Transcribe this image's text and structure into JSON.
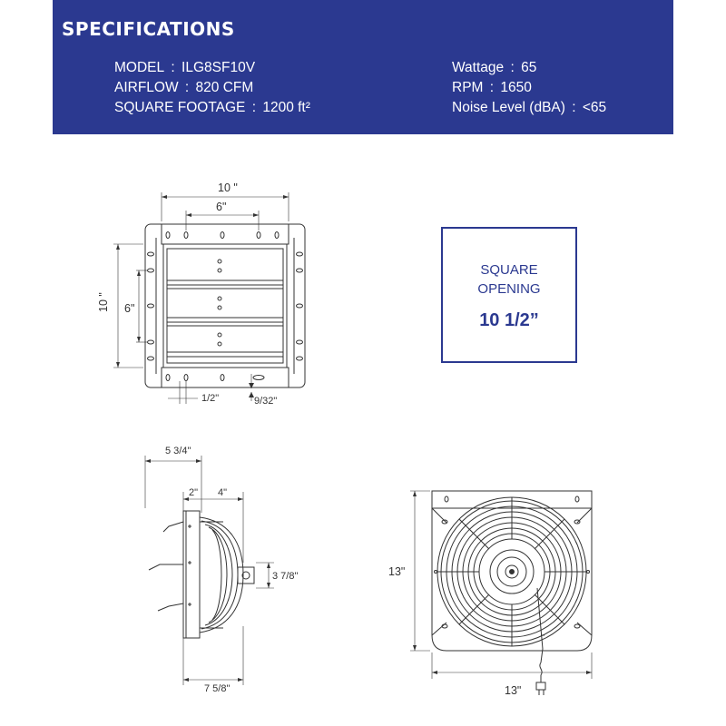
{
  "header": {
    "title": "SPECIFICATIONS",
    "left_specs": [
      {
        "label": "MODEL",
        "value": "ILG8SF10V"
      },
      {
        "label": "AIRFLOW",
        "value": "820 CFM"
      },
      {
        "label": "SQUARE FOOTAGE",
        "value": "1200 ft²"
      }
    ],
    "right_specs": [
      {
        "label": "Wattage",
        "value": "65"
      },
      {
        "label": "RPM",
        "value": "1650"
      },
      {
        "label": "Noise Level (dBA)",
        "value": "<65"
      }
    ]
  },
  "colors": {
    "brand": "#2b3990",
    "line": "#333333"
  },
  "square_opening": {
    "label_line1": "SQUARE",
    "label_line2": "OPENING",
    "value": "10 1/2”"
  },
  "front_view": {
    "dim_width": "10 \"",
    "dim_inner_width": "6\"",
    "dim_height": "10 \"",
    "dim_inner_height": "6\"",
    "dim_slot": "1/2\"",
    "dim_hole": "9/32\""
  },
  "side_view": {
    "dim_overall": "5 3/4\"",
    "dim_flange": "2\"",
    "dim_guard": "4\"",
    "dim_motor": "3 7/8\"",
    "dim_bottom": "7 5/8\""
  },
  "back_view": {
    "dim_height": "13\"",
    "dim_width": "13\""
  }
}
